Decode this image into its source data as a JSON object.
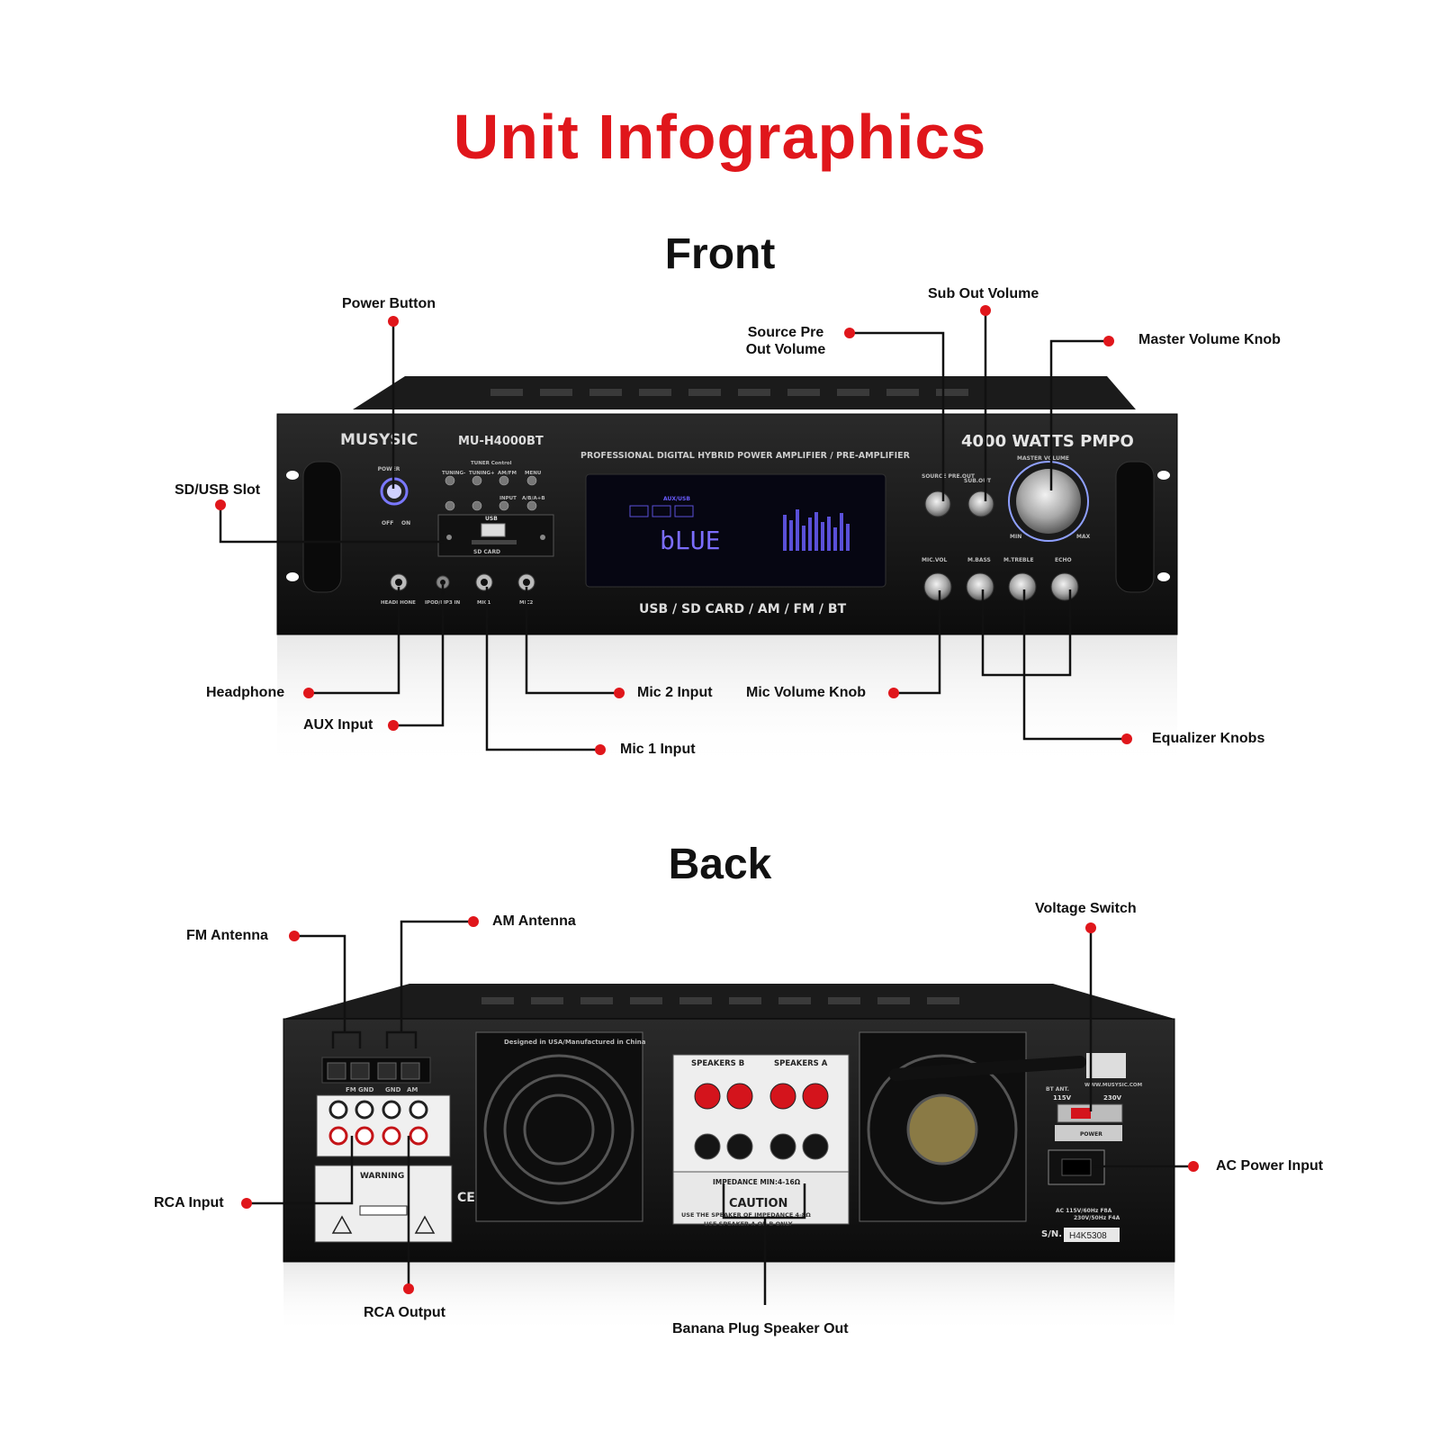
{
  "title": "Unit Infographics",
  "front": {
    "heading": "Front",
    "device": {
      "brand": "MUSYSIC",
      "model": "MU-H4000BT",
      "watts": "4000 WATTS PMPO",
      "subtitle": "PROFESSIONAL DIGITAL HYBRID POWER AMPLIFIER / PRE-AMPLIFIER",
      "sources": "USB / SD CARD / AM / FM / BT",
      "display": "bLUE",
      "panel": {
        "power": "POWER",
        "tuner": "TUNER Control",
        "tuning_minus": "TUNING-",
        "tuning_plus": "TUNING+",
        "amfm": "AM/FM",
        "menu": "MENU",
        "input": "INPUT",
        "abab": "A/B/A+B",
        "off": "OFF",
        "on": "ON",
        "sd_card": "SD CARD",
        "usb": "USB",
        "source_preout": "SOURCE PRE.OUT",
        "sub_out": "SUB.OUT",
        "master_volume": "MASTER VOLUME",
        "min": "MIN",
        "max": "MAX",
        "mic_vol": "MIC.VOL",
        "m_bass": "M.BASS",
        "m_treble": "M.TREBLE",
        "echo": "ECHO",
        "headphone": "HEADPHONE",
        "ipod": "IPOD/MP3 IN",
        "mic1": "MIC1",
        "mic2": "MIC2",
        "aux_usb": "AUX/USB"
      }
    },
    "callouts": {
      "power_button": "Power Button",
      "sd_usb_slot": "SD/USB Slot",
      "source_pre_out": "Source Pre Out Volume",
      "sub_out_volume": "Sub Out Volume",
      "master_volume_knob": "Master Volume Knob",
      "headphone": "Headphone",
      "aux_input": "AUX Input",
      "mic1_input": "Mic 1 Input",
      "mic2_input": "Mic 2 Input",
      "mic_volume_knob": "Mic Volume Knob",
      "equalizer_knobs": "Equalizer Knobs"
    }
  },
  "back": {
    "heading": "Back",
    "device": {
      "designed": "Designed in USA/Manufactured in China",
      "speakers_b": "SPEAKERS B",
      "speakers_a": "SPEAKERS A",
      "impedance": "IMPEDANCE MIN:4-16Ω",
      "caution": "CAUTION",
      "caution_note_1": "USE THE SPEAKER OF IMPEDANCE 4-8Ω",
      "caution_note_2": "USE SPEAKER A OR B ONLY",
      "warning": "WARNING",
      "fm": "FM",
      "gnd": "GND",
      "am": "AM",
      "website": "WWW.MUSYSIC.COM",
      "bt_ant": "BT ANT.",
      "v115": "115V",
      "v230": "230V",
      "power": "POWER",
      "ac_rating_1": "AC 115V/60Hz  F8A",
      "ac_rating_2": "230V/50Hz  F4A",
      "sn_label": "S/N.",
      "serial": "H4K5308"
    },
    "callouts": {
      "fm_antenna": "FM Antenna",
      "am_antenna": "AM Antenna",
      "voltage_switch": "Voltage Switch",
      "rca_input": "RCA Input",
      "ac_power_input": "AC Power Input",
      "rca_output": "RCA Output",
      "banana_plug": "Banana Plug Speaker Out"
    }
  },
  "colors": {
    "accent": "#e0161b",
    "chassis": "#141414",
    "line": "#111111",
    "display_glow": "#6a5cff",
    "terminal_red": "#d4141c"
  }
}
